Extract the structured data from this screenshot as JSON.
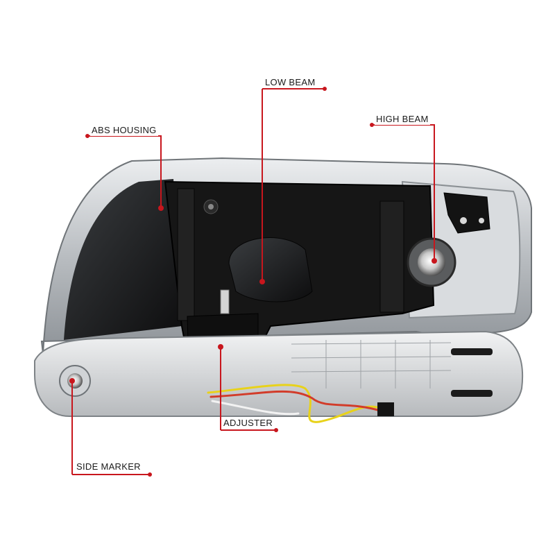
{
  "callouts": {
    "low_beam": "LOW BEAM",
    "abs_housing": "ABS HOUSING",
    "high_beam": "HIGH BEAM",
    "adjuster": "ADJUSTER",
    "side_marker": "SIDE MARKER"
  },
  "colors": {
    "callout_line": "#c8161d",
    "background": "#ffffff",
    "housing_black": "#141414",
    "chrome": "#c9cccf"
  }
}
